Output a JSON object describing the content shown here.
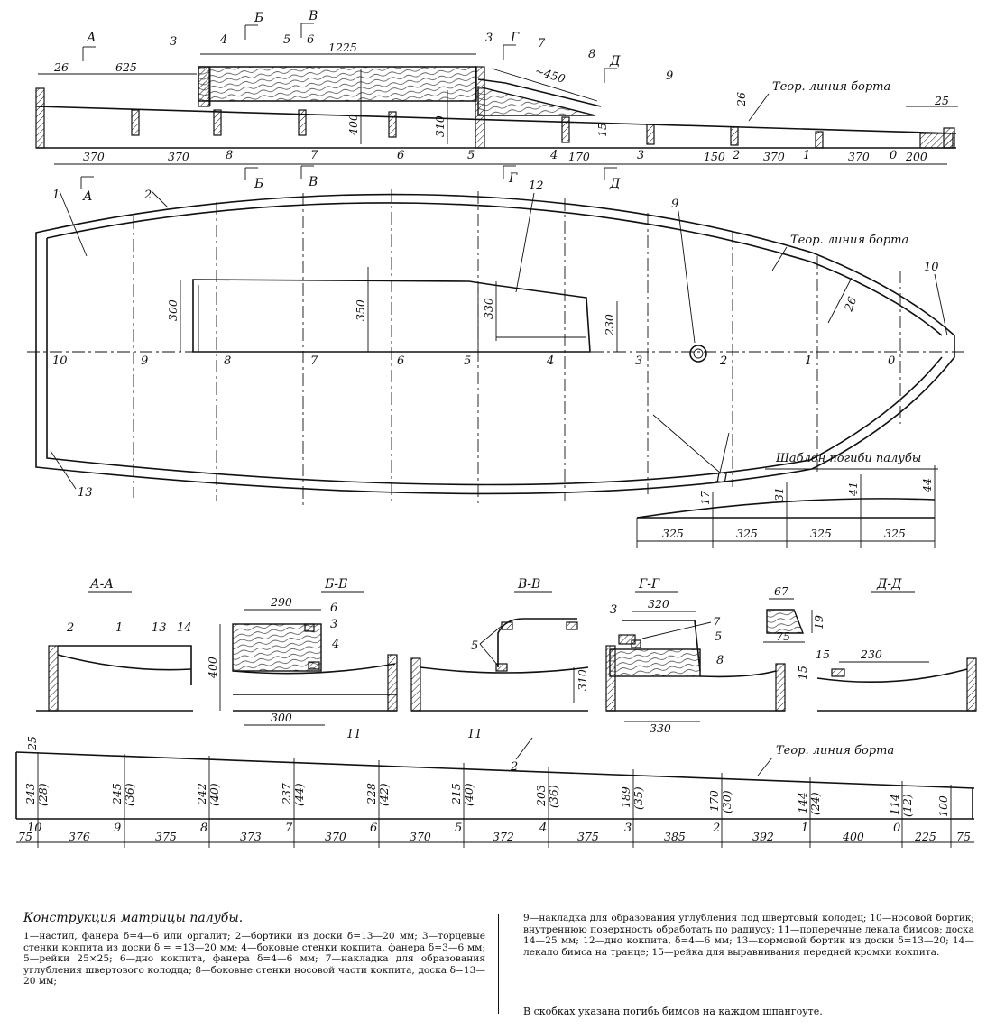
{
  "title": "Конструкция матрицы палубы.",
  "legend_left": "1—настил, фанера δ=4—6 или оргалит; 2—бортики из доски δ=13—20 мм; 3—торцевые стенки кокпита из доски δ = =13—20 мм; 4—боковые стенки кокпита, фанера δ=3—6 мм; 5—рейки 25×25; 6—дно кокпита, фанера δ=4—6 мм; 7—накладка для образования углубления швертового колодца; 8—боковые стенки носовой части кокпита, доска δ=13—20 мм;",
  "legend_right": "9—накладка для образования углубления под швертовый колодец; 10—носовой бортик; внутреннюю поверхность обработать по радиусу; 11—поперечные лекала бимсов; доска 14—25 мм; 12—дно кокпита, δ=4—6 мм; 13—кормовой бортик из доски δ=13—20; 14—лекало бимса на транце; 15—рейка для выравнивания передней кромки кокпита.",
  "note": "В скобках указана погибь бимсов на каждом шпангоуте.",
  "side_view": {
    "dims": [
      "26",
      "625",
      "1225",
      "~450",
      "400",
      "310",
      "15",
      "26",
      "25",
      "370",
      "370",
      "170",
      "150",
      "370",
      "370",
      "200"
    ],
    "stations": [
      "8",
      "7",
      "6",
      "5",
      "4",
      "3",
      "2",
      "1",
      "0"
    ],
    "section_marks": [
      "А",
      "А",
      "Б",
      "Б",
      "В",
      "В",
      "Г",
      "Г",
      "Д",
      "Д"
    ],
    "parts": [
      "1",
      "2",
      "3",
      "3",
      "4",
      "5",
      "6",
      "7",
      "8",
      "9"
    ],
    "board_line": "Теор. линия борта"
  },
  "plan_view": {
    "stations": [
      "10",
      "9",
      "8",
      "7",
      "6",
      "5",
      "4",
      "3",
      "2",
      "1",
      "0"
    ],
    "dims": [
      "300",
      "350",
      "330",
      "230",
      "26"
    ],
    "parts": [
      "1",
      "2",
      "9",
      "10",
      "11",
      "11",
      "12",
      "13"
    ],
    "board_line": "Теор. линия борта"
  },
  "template": {
    "title": "Шаблон погиби палубы",
    "heights": [
      "17",
      "31",
      "41",
      "44"
    ],
    "spans": [
      "325",
      "325",
      "325",
      "325"
    ]
  },
  "sections": [
    {
      "name": "А-А",
      "parts": [
        "2",
        "1",
        "13",
        "14"
      ]
    },
    {
      "name": "Б-Б",
      "dims": [
        "290",
        "400",
        "300"
      ],
      "parts": [
        "6",
        "3",
        "4",
        "11"
      ]
    },
    {
      "name": "В-В",
      "dims": [
        "310"
      ],
      "parts": [
        "5",
        "11"
      ]
    },
    {
      "name": "Г-Г",
      "dims": [
        "320",
        "330"
      ],
      "parts": [
        "3",
        "7",
        "5",
        "8"
      ]
    },
    {
      "name": "Д-Д",
      "dims": [
        "67",
        "19",
        "75",
        "230",
        "15",
        "15"
      ],
      "parts": []
    }
  ],
  "side_board": {
    "part": "2",
    "board_line": "Теор. линия борта",
    "top_dim": "25",
    "stations": [
      "10",
      "9",
      "8",
      "7",
      "6",
      "5",
      "4",
      "3",
      "2",
      "1",
      "0"
    ],
    "heights": [
      "243",
      "245",
      "242",
      "237",
      "228",
      "215",
      "203",
      "189",
      "170",
      "144",
      "114",
      "100"
    ],
    "cambers": [
      "(28)",
      "(36)",
      "(40)",
      "(44)",
      "(42)",
      "(40)",
      "(36)",
      "(35)",
      "(30)",
      "(24)",
      "(12)"
    ],
    "spans": [
      "75",
      "376",
      "375",
      "373",
      "370",
      "370",
      "372",
      "375",
      "385",
      "392",
      "400",
      "225",
      "75"
    ]
  }
}
